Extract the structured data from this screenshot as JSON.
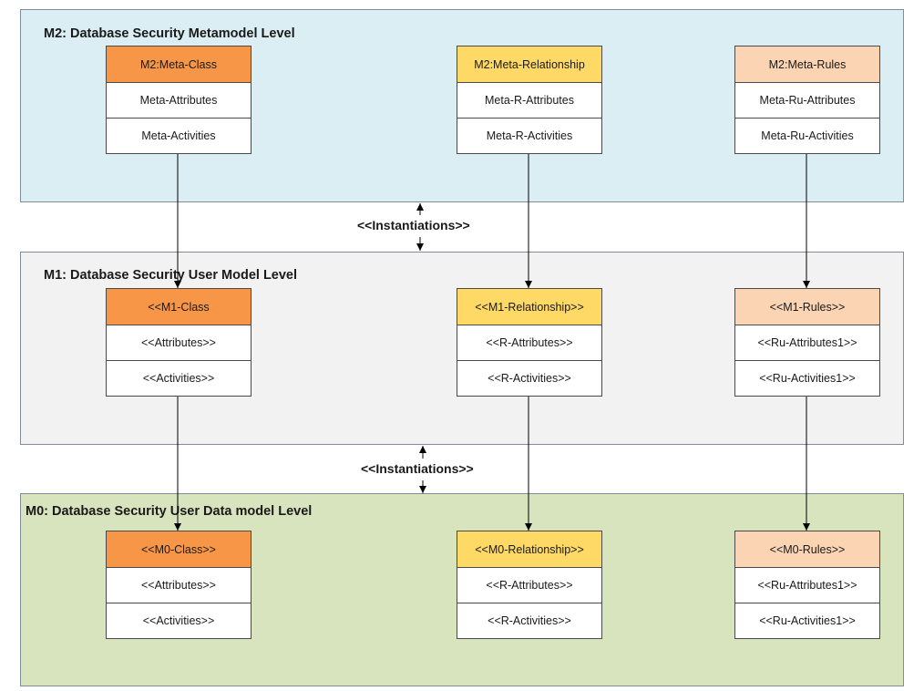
{
  "levels": [
    {
      "id": "m2",
      "title": "M2: Database Security Metamodel Level",
      "fill": "#daeef3"
    },
    {
      "id": "m1",
      "title": "M1: Database Security User Model Level",
      "fill": "#f2f2f2"
    },
    {
      "id": "m0",
      "title": "M0: Database Security User Data model Level",
      "fill": "#d7e4bd"
    }
  ],
  "classes": {
    "m2": [
      {
        "header": "M2:Meta-Class",
        "attributes": "Meta-Attributes",
        "activities": "Meta-Activities",
        "header_fill": "#f79646"
      },
      {
        "header": "M2:Meta-Relationship",
        "attributes": "Meta-R-Attributes",
        "activities": "Meta-R-Activities",
        "header_fill": "#ffd966"
      },
      {
        "header": "M2:Meta-Rules",
        "attributes": "Meta-Ru-Attributes",
        "activities": "Meta-Ru-Activities",
        "header_fill": "#fbd4b4"
      }
    ],
    "m1": [
      {
        "header": "<<M1-Class",
        "attributes": "<<Attributes>>",
        "activities": "<<Activities>>",
        "header_fill": "#f79646"
      },
      {
        "header": "<<M1-Relationship>>",
        "attributes": "<<R-Attributes>>",
        "activities": "<<R-Activities>>",
        "header_fill": "#ffd966"
      },
      {
        "header": "<<M1-Rules>>",
        "attributes": "<<Ru-Attributes1>>",
        "activities": "<<Ru-Activities1>>",
        "header_fill": "#fbd4b4"
      }
    ],
    "m0": [
      {
        "header": "<<M0-Class>>",
        "attributes": "<<Attributes>>",
        "activities": "<<Activities>>",
        "header_fill": "#f79646"
      },
      {
        "header": "<<M0-Relationship>>",
        "attributes": "<<R-Attributes>>",
        "activities": "<<R-Activities>>",
        "header_fill": "#ffd966"
      },
      {
        "header": "<<M0-Rules>>",
        "attributes": "<<Ru-Attributes1>>",
        "activities": "<<Ru-Activities1>>",
        "header_fill": "#fbd4b4"
      }
    ]
  },
  "instantiations": {
    "upper": "<<Instantiations>>",
    "lower": "<<Instantiations>>"
  }
}
